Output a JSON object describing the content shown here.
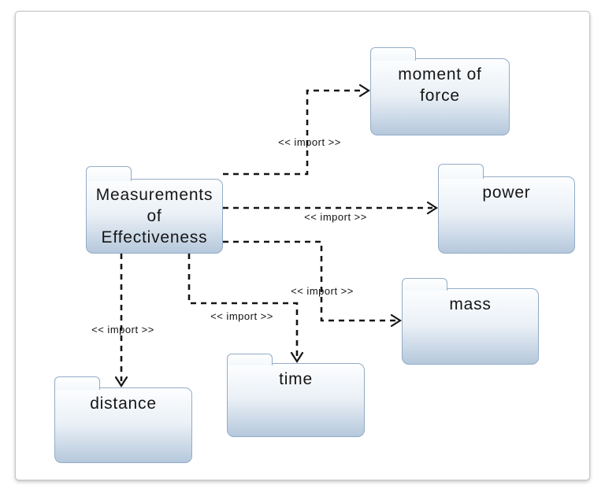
{
  "diagram": {
    "type": "uml-package-diagram",
    "packages": [
      {
        "name": "Measurements of Effectiveness",
        "lines": [
          "Measurements",
          "of",
          "Effectiveness"
        ]
      },
      {
        "name": "moment of force",
        "lines": [
          "moment of",
          "force"
        ]
      },
      {
        "name": "power",
        "lines": [
          "power"
        ]
      },
      {
        "name": "mass",
        "lines": [
          "mass"
        ]
      },
      {
        "name": "time",
        "lines": [
          "time"
        ]
      },
      {
        "name": "distance",
        "lines": [
          "distance"
        ]
      }
    ],
    "connectors": [
      {
        "from": "Measurements of Effectiveness",
        "to": "moment of force",
        "label": "<< import >>",
        "style": "dashed-open-arrow"
      },
      {
        "from": "Measurements of Effectiveness",
        "to": "power",
        "label": "<< import >>",
        "style": "dashed-open-arrow"
      },
      {
        "from": "Measurements of Effectiveness",
        "to": "mass",
        "label": "<< import >>",
        "style": "dashed-open-arrow"
      },
      {
        "from": "Measurements of Effectiveness",
        "to": "time",
        "label": "<< import >>",
        "style": "dashed-open-arrow"
      },
      {
        "from": "Measurements of Effectiveness",
        "to": "distance",
        "label": "<< import >>",
        "style": "dashed-open-arrow"
      }
    ],
    "colors": {
      "package_border": "#93acc7",
      "package_fill_top": "#fdfeff",
      "package_fill_bottom": "#b5c8dc",
      "connector_line": "#151515",
      "frame_border": "#c9c9c9",
      "canvas_background": "#ffffff"
    }
  }
}
